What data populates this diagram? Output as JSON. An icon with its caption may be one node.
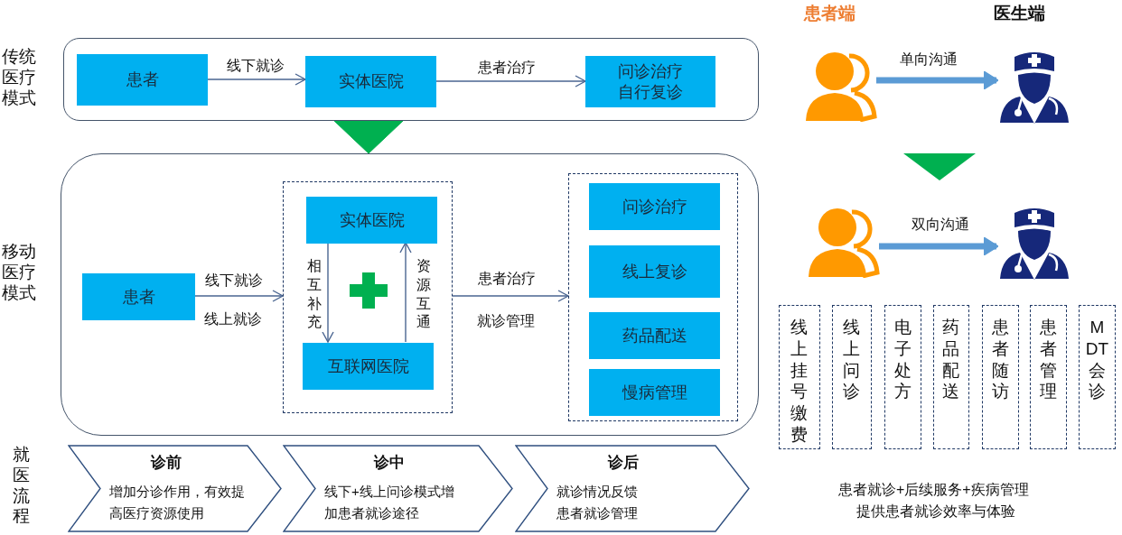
{
  "diagram": {
    "nodes": [
      {
        "text": [
          "传统医疗模式"
        ]
      },
      {
        "text": [
          "患者"
        ],
        "in": 0
      },
      {
        "text": [
          "实体医院"
        ],
        "in": 0
      },
      {
        "text": [
          "问诊治疗自行复诊"
        ],
        "in": 0
      },
      {
        "text": [
          "移动医疗模式"
        ]
      },
      {
        "text": [
          "患者"
        ],
        "in": 4
      },
      {
        "text": [],
        "shape": "box",
        "in": 4
      },
      {
        "text": [
          "实体医院"
        ],
        "in": 6
      },
      {
        "text": [
          "互联网医院"
        ],
        "in": 6
      },
      {
        "text": [],
        "shape": "box",
        "in": 4
      },
      {
        "text": [
          "问诊治疗"
        ],
        "in": 9
      },
      {
        "text": [
          "线上复诊"
        ],
        "in": 9
      },
      {
        "text": [
          "药品配送"
        ],
        "in": 9
      },
      {
        "text": [
          "慢病管理"
        ],
        "in": 9
      },
      {
        "text": [
          "诊前",
          "增加分诊作用，有效提高医疗资源使用"
        ]
      },
      {
        "text": [
          "诊中",
          "线下+线上问诊模式增加患者就诊途径"
        ]
      },
      {
        "text": [
          "诊后",
          "就诊情况反馈患者就诊管理"
        ]
      },
      {
        "text": [],
        "shape": "person"
      },
      {
        "text": [],
        "shape": "person"
      },
      {
        "text": [],
        "shape": "person"
      },
      {
        "text": [],
        "shape": "person"
      },
      {
        "text": [
          "线上挂号缴费"
        ]
      },
      {
        "text": [
          "线上问诊"
        ]
      },
      {
        "text": [
          "电子处方"
        ]
      },
      {
        "text": [
          "药品配送"
        ]
      },
      {
        "text": [
          "患者随访"
        ]
      },
      {
        "text": [
          "患者管理"
        ]
      },
      {
        "text": [
          "MDT会诊"
        ]
      }
    ],
    "edges": [
      {
        "from": 1,
        "to": 2,
        "arrow": "to",
        "label": "线下就诊"
      },
      {
        "from": 2,
        "to": 3,
        "arrow": "to",
        "label": "患者治疗"
      },
      {
        "from": 0,
        "to": 4,
        "arrow": "to",
        "style": "thick",
        "color": "#00b050"
      },
      {
        "from": 5,
        "to": 6,
        "arrow": "to",
        "label": "线下就诊"
      },
      {
        "from": 6,
        "to": 9,
        "arrow": "to",
        "label": "患者治疗"
      },
      {
        "from": 7,
        "to": 8,
        "arrow": "to",
        "label": "相互补充"
      },
      {
        "from": 8,
        "to": 7,
        "arrow": "to",
        "label": "资源互通"
      },
      {
        "from": 17,
        "to": 18,
        "arrow": "to",
        "label": "单向沟通",
        "style": "thick",
        "color": "#5b9bd5"
      },
      {
        "from": 19,
        "to": 20,
        "arrow": "to",
        "label": "双向沟通",
        "style": "thick",
        "color": "#5b9bd5"
      }
    ],
    "labels": [
      "患者端",
      "医生端",
      "线上就诊",
      "就诊管理",
      "就医流程",
      "患者就诊+后续服务+疾病管理",
      "提供患者就诊效率与体验"
    ]
  }
}
